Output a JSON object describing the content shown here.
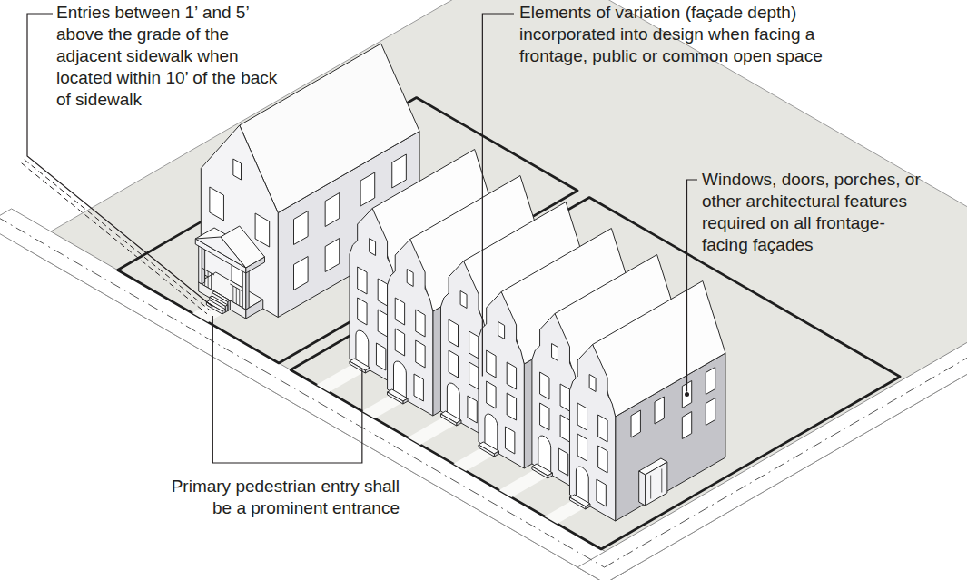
{
  "diagram": {
    "labels": [
      "Entries between 1’ and 5’ above the grade of the adjacent sidewalk when located within 10’ of the back of sidewalk",
      "Elements of variation (façade depth) incorporated into design when facing a frontage, public or common open space",
      "Windows, doors, porches, or other architectural features required on all frontage-facing façades",
      "Primary pedestrian entry shall be a prominent entrance"
    ]
  }
}
